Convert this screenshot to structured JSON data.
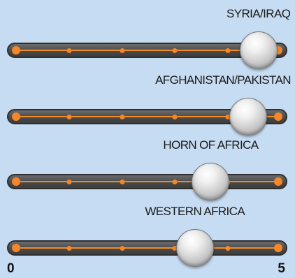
{
  "scale": {
    "min": 0,
    "max": 5,
    "min_label": "0",
    "max_label": "5"
  },
  "colors": {
    "background": "#c6dcf2",
    "accent": "#f5862a",
    "track": "#4a4a4a"
  },
  "sliders": [
    {
      "label": "SYRIA/IRAQ",
      "value": 4.6
    },
    {
      "label": "AFGHANISTAN/PAKISTAN",
      "value": 4.4
    },
    {
      "label": "HORN OF AFRICA",
      "value": 3.7
    },
    {
      "label": "WESTERN AFRICA",
      "value": 3.4
    }
  ]
}
